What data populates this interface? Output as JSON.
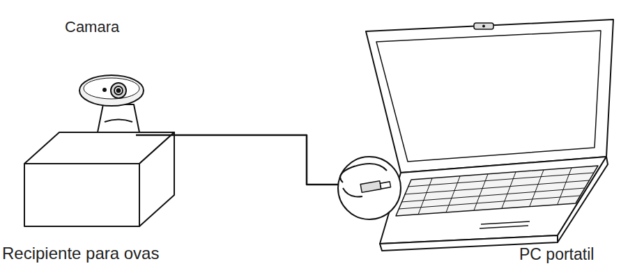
{
  "diagram": {
    "labels": [
      "Camara",
      "Recipiente para ovas",
      "PC portatil"
    ]
  }
}
